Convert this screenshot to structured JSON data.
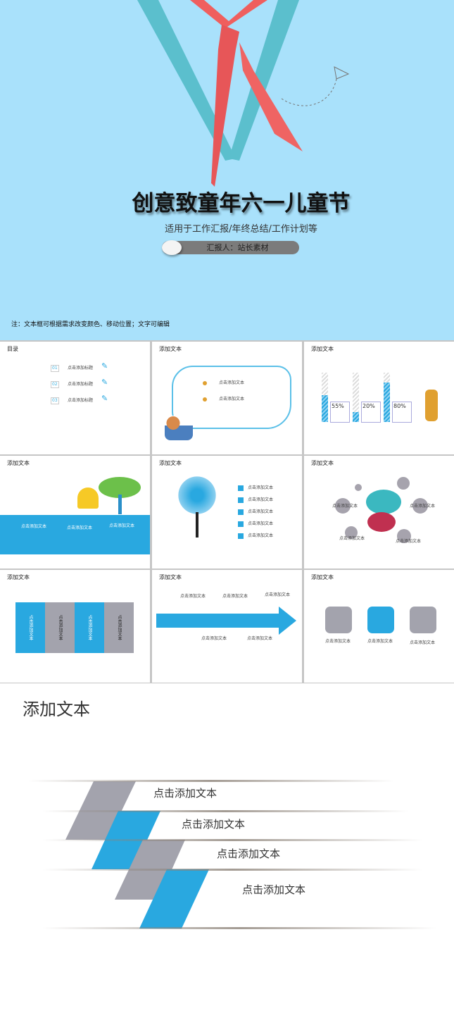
{
  "cover": {
    "title": "创意致童年六一儿童节",
    "subtitle": "适用于工作汇报/年终总结/工作计划等",
    "reporter": "汇报人：站长素材",
    "note": "注：文本框可根据需求改变颜色、移动位置；文字可编辑"
  },
  "slides": [
    {
      "title": "目录",
      "items": [
        {
          "num": "01",
          "label": "点击添加标题"
        },
        {
          "num": "02",
          "label": "点击添加标题"
        },
        {
          "num": "03",
          "label": "点击添加标题"
        }
      ]
    },
    {
      "title": "添加文本",
      "items": [
        "点击添加文本",
        "点击添加文本"
      ]
    },
    {
      "title": "添加文本",
      "bars": [
        {
          "label": "55%",
          "value": 55
        },
        {
          "label": "20%",
          "value": 20
        },
        {
          "label": "80%",
          "value": 80
        }
      ]
    },
    {
      "title": "添加文本",
      "items": [
        "点击添加文本",
        "点击添加文本",
        "点击添加文本"
      ]
    },
    {
      "title": "添加文本",
      "items": [
        "点击添加文本",
        "点击添加文本",
        "点击添加文本",
        "点击添加文本",
        "点击添加文本"
      ]
    },
    {
      "title": "添加文本",
      "items": [
        "点击添加文本",
        "点击添加文本",
        "点击添加文本",
        "点击添加文本"
      ]
    },
    {
      "title": "添加文本",
      "items": [
        "点击添加文本",
        "点击添加文本",
        "点击添加文本",
        "点击添加文本"
      ]
    },
    {
      "title": "添加文本",
      "items": [
        "点击添加文本",
        "点击添加文本",
        "点击添加文本",
        "点击添加文本",
        "点击添加文本"
      ]
    },
    {
      "title": "添加文本",
      "items": [
        "点击添加文本",
        "点击添加文本",
        "点击添加文本"
      ]
    }
  ],
  "final": {
    "title": "添加文本",
    "items": [
      "点击添加文本",
      "点击添加文本",
      "点击添加文本",
      "点击添加文本"
    ]
  },
  "colors": {
    "sky": "#a9e1fb",
    "blue": "#29a8e0",
    "gray": "#a3a3ad",
    "scarf": "#f0605f"
  }
}
